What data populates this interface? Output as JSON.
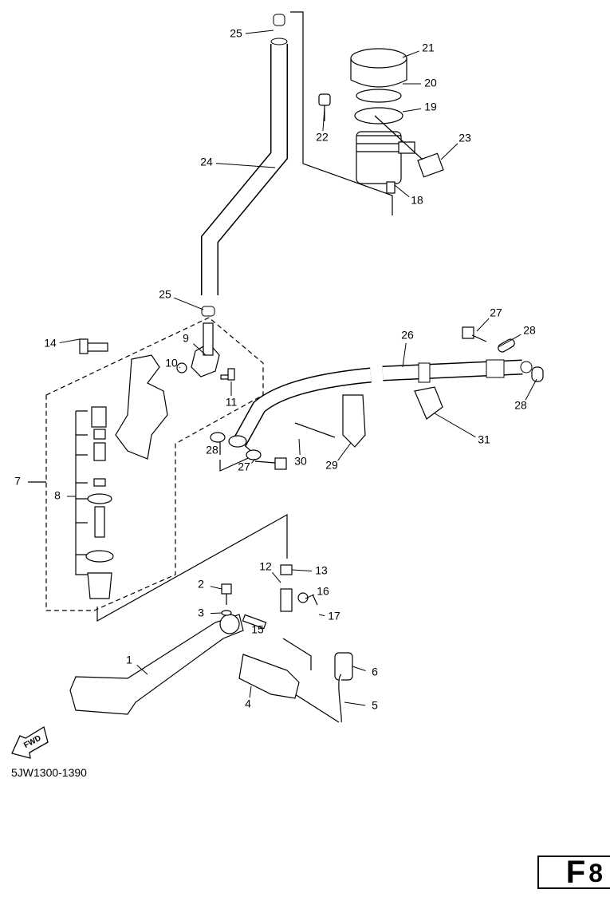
{
  "diagram": {
    "callouts": [
      "25",
      "21",
      "20",
      "19",
      "22",
      "23",
      "18",
      "24",
      "25",
      "27",
      "28",
      "14",
      "9",
      "26",
      "10",
      "11",
      "28",
      "31",
      "7",
      "8",
      "28",
      "30",
      "27",
      "29",
      "12",
      "13",
      "2",
      "16",
      "3",
      "17",
      "15",
      "1",
      "6",
      "4",
      "5"
    ],
    "fwd_label": "FWD",
    "drawing_code": "5JW1300-1390",
    "page_letter": "F",
    "page_number": "8"
  }
}
